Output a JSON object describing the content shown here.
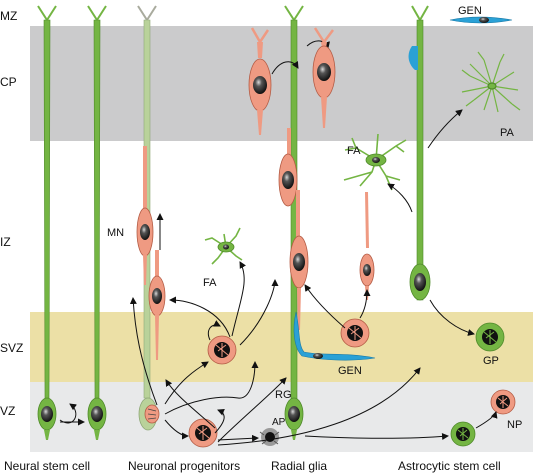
{
  "zones": [
    {
      "key": "mz",
      "label": "MZ"
    },
    {
      "key": "cp",
      "label": "CP"
    },
    {
      "key": "iz",
      "label": "IZ"
    },
    {
      "key": "svz",
      "label": "SVZ"
    },
    {
      "key": "vz",
      "label": "VZ"
    }
  ],
  "cell_labels": {
    "gen_top": "GEN",
    "pa": "PA",
    "fa_right": "FA",
    "mn": "MN",
    "fa_left": "FA",
    "gen_bottom": "GEN",
    "gp": "GP",
    "rg": "RG",
    "ap": "AP",
    "np": "NP"
  },
  "bottom_labels": {
    "neural_stem_cell": "Neural stem cell",
    "neuronal_progenitors": "Neuronal progenitors",
    "radial_glia": "Radial glia",
    "astrocytic_stem_cell": "Astrocytic stem cell"
  },
  "colors": {
    "gray_band": "#cbcbcc",
    "yellow_band": "#ece0a6",
    "light_band": "#e8e9ea",
    "glia_green": "#74b543",
    "neuron_salmon": "#ef9a82",
    "ependymal_blue": "#2aa1d6",
    "nucleus": "#262626"
  }
}
